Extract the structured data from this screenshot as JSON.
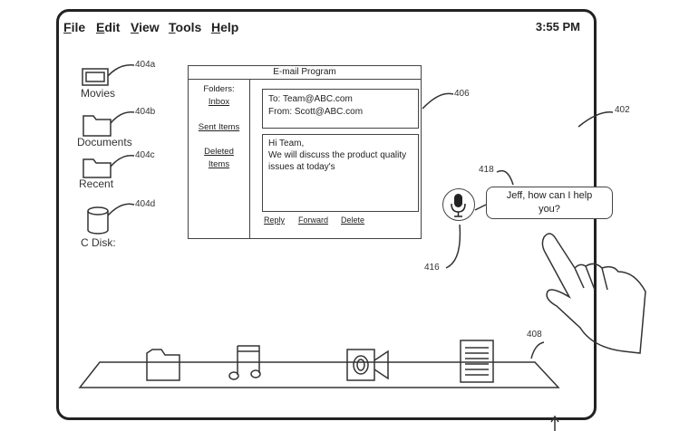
{
  "menubar": {
    "items": [
      {
        "label": "File",
        "underline": "F",
        "rest": "ile"
      },
      {
        "label": "Edit",
        "underline": "E",
        "rest": "dit"
      },
      {
        "label": "View",
        "underline": "V",
        "rest": "iew"
      },
      {
        "label": "Tools",
        "underline": "T",
        "rest": "ools"
      },
      {
        "label": "Help",
        "underline": "H",
        "rest": "elp"
      }
    ],
    "clock": "3:55 PM"
  },
  "desktop": {
    "icons": [
      {
        "label": "Movies",
        "ref": "404a",
        "icon": "film-icon"
      },
      {
        "label": "Documents",
        "ref": "404b",
        "icon": "folder-icon"
      },
      {
        "label": "Recent",
        "ref": "404c",
        "icon": "folder-icon"
      },
      {
        "label": "C Disk:",
        "ref": "404d",
        "icon": "disk-icon"
      }
    ]
  },
  "email": {
    "title": "E-mail Program",
    "folders_label": "Folders:",
    "folders": [
      "Inbox",
      "Sent Items",
      "Deleted",
      "Items"
    ],
    "to": "To: Team@ABC.com",
    "from": "From: Scott@ABC.com",
    "body_lines": [
      "Hi Team,",
      "We will discuss the product quality",
      "issues at today's"
    ],
    "actions": [
      "Reply",
      "Forward",
      "Delete"
    ],
    "ref": "406"
  },
  "assistant": {
    "bubble_lines": [
      "Jeff, how can I help",
      "you?"
    ],
    "bubble_ref": "418",
    "mic_ref": "416",
    "mic_icon": "microphone-icon"
  },
  "dock": {
    "ref": "408",
    "icons": [
      "folder-icon",
      "music-icon",
      "video-camera-icon",
      "document-icon"
    ]
  },
  "screen_ref": "402"
}
